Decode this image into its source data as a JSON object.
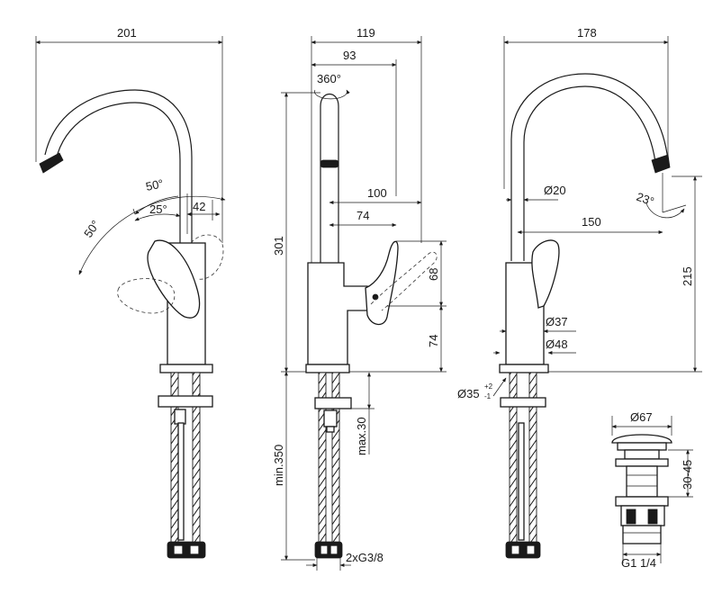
{
  "front_view": {
    "width_total": "201",
    "swivel_angle_outer": "50°",
    "swivel_angle_inner": "50°",
    "lever_angle": "25°",
    "lever_offset": "42"
  },
  "side_view": {
    "width_total": "119",
    "spout_reach_93": "93",
    "rotation": "360°",
    "height_total": "301",
    "lever_reach_100": "100",
    "lever_reach_74": "74",
    "lever_height_68": "68",
    "lever_base_74": "74",
    "min_length": "min.350",
    "max_thickness": "max.30",
    "hose_connection": "2xG3/8"
  },
  "right_view": {
    "width_total": "178",
    "spout_diameter": "Ø20",
    "spout_tilt": "23°",
    "outlet_reach": "150",
    "outlet_height": "215",
    "body_diameter": "Ø37",
    "base_diameter": "Ø48",
    "hole_diameter": "Ø35",
    "hole_tolerance": "+2",
    "hole_tolerance_lower": "-1"
  },
  "waste_detail": {
    "cap_diameter": "Ø67",
    "range": "30-45",
    "thread": "G1 1/4"
  }
}
